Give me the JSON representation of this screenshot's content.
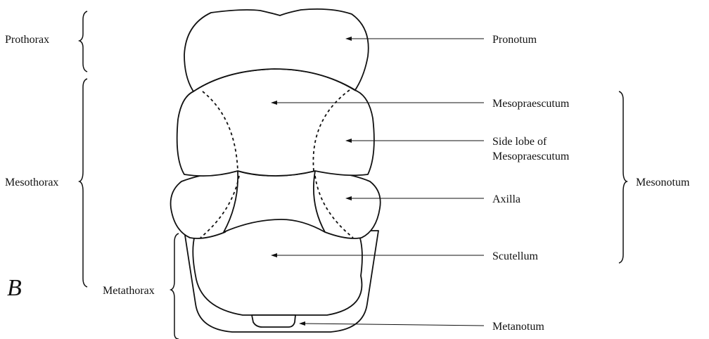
{
  "panel_letter": "B",
  "regions": {
    "prothorax": "Prothorax",
    "mesothorax": "Mesothorax",
    "metathorax": "Metathorax",
    "mesonotum": "Mesonotum"
  },
  "parts": {
    "pronotum": "Pronotum",
    "mesopraescutum": "Mesopraescutum",
    "side_lobe_line1": "Side lobe of",
    "side_lobe_line2": "Mesopraescutum",
    "axilla": "Axilla",
    "scutellum": "Scutellum",
    "metanotum": "Metanotum"
  }
}
